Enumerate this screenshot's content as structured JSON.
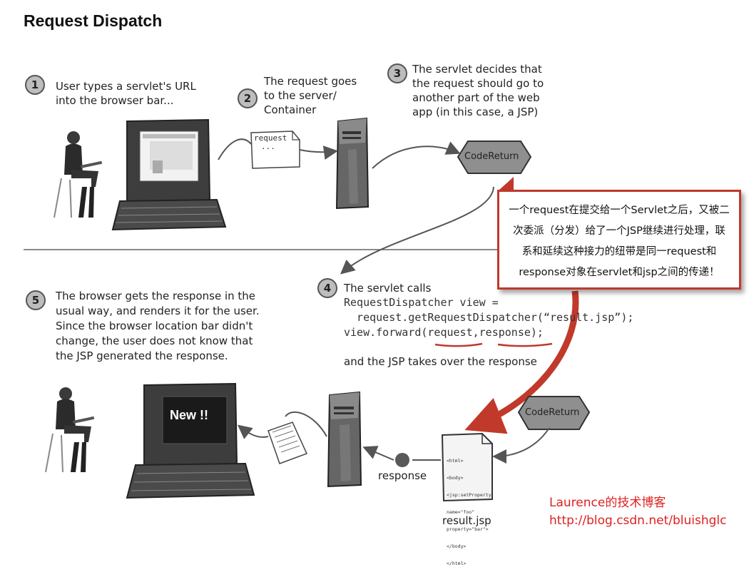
{
  "title": "Request Dispatch",
  "steps": {
    "s1": {
      "num": "1",
      "lines": [
        "User types a servlet's URL",
        "into the browser bar..."
      ]
    },
    "s2": {
      "num": "2",
      "lines": [
        "The request goes",
        "to the server/",
        "Container"
      ]
    },
    "s3": {
      "num": "3",
      "lines": [
        "The servlet decides that",
        "the request should go to",
        "another part of the web",
        "app (in this case, a JSP)"
      ]
    },
    "s4": {
      "num": "4",
      "intro": "The servlet calls",
      "code": [
        "RequestDispatcher view =",
        "  request.getRequestDispatcher(“result.jsp”);",
        "view.forward(request,response);"
      ],
      "outro": "and the JSP takes over the response"
    },
    "s5": {
      "num": "5",
      "lines": [
        "The browser gets the response in the",
        "usual way, and renders it for the user.",
        "Since the browser location bar didn't",
        "change, the user does not know that",
        "the JSP generated the response."
      ]
    }
  },
  "labels": {
    "request_note": "request",
    "request_dots": "...",
    "code_return_top": "CodeReturn",
    "code_return_bottom": "CodeReturn",
    "response": "response",
    "result_file": "result.jsp",
    "new_screen": "New !!",
    "jsp_file_lines": [
      "<html>",
      "<body>",
      "<jsp:setProperty",
      "name=\"foo\"",
      "property=\"bar\">",
      "</body>",
      "</html>"
    ]
  },
  "callout": {
    "lines": [
      "一个request在提交给一个Servlet之后，又被二",
      "次委派（分发）给了一个JSP继续进行处理，联",
      "系和延续这种接力的纽带是同一request和",
      "response对象在servlet和jsp之间的传递！"
    ]
  },
  "watermark": {
    "line1": "Laurence的技术博客",
    "line2": "http://blog.csdn.net/bluishglc"
  },
  "colors": {
    "accent_red": "#c0392b",
    "watermark_red": "#e02020",
    "sketch_gray": "#555555"
  }
}
